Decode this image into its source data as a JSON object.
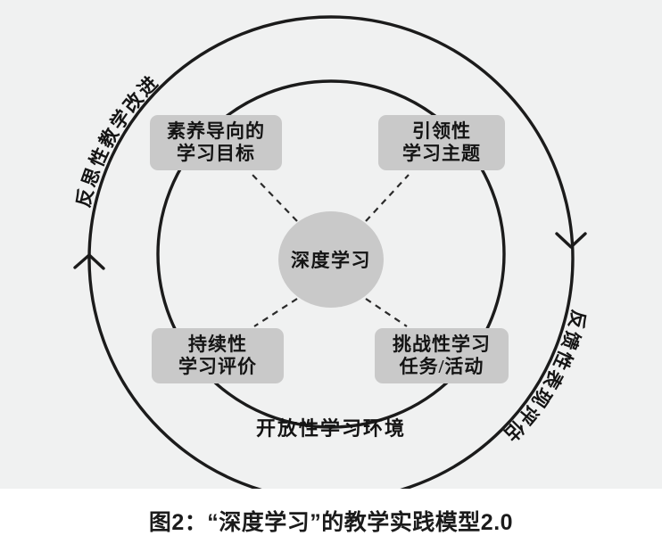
{
  "figure": {
    "caption": "图2：“深度学习”的教学实践模型2.0",
    "background_color": "#f0f1f1",
    "caption_background_color": "#ffffff",
    "node_fill_color": "#c9c9c9",
    "stroke_color": "#1b1b1b"
  },
  "center": {
    "label": "深度学习"
  },
  "nodes": [
    {
      "id": "top-left",
      "line1": "素养导向的",
      "line2": "学习目标"
    },
    {
      "id": "top-right",
      "line1": "引领性",
      "line2": "学习主题"
    },
    {
      "id": "bottom-left",
      "line1": "持续性",
      "line2": "学习评价"
    },
    {
      "id": "bottom-right",
      "line1": "挑战性学习",
      "line2": "任务/活动"
    }
  ],
  "inner_ring": {
    "label": "开放性学习环境"
  },
  "outer_ring": {
    "label_top_left": "反思性教学改进",
    "label_bottom_right": "反馈性表现评估",
    "arrow_left": "arrow-up-icon",
    "arrow_right": "arrow-down-icon"
  },
  "connectors": {
    "style": "dashed",
    "count": 4
  }
}
